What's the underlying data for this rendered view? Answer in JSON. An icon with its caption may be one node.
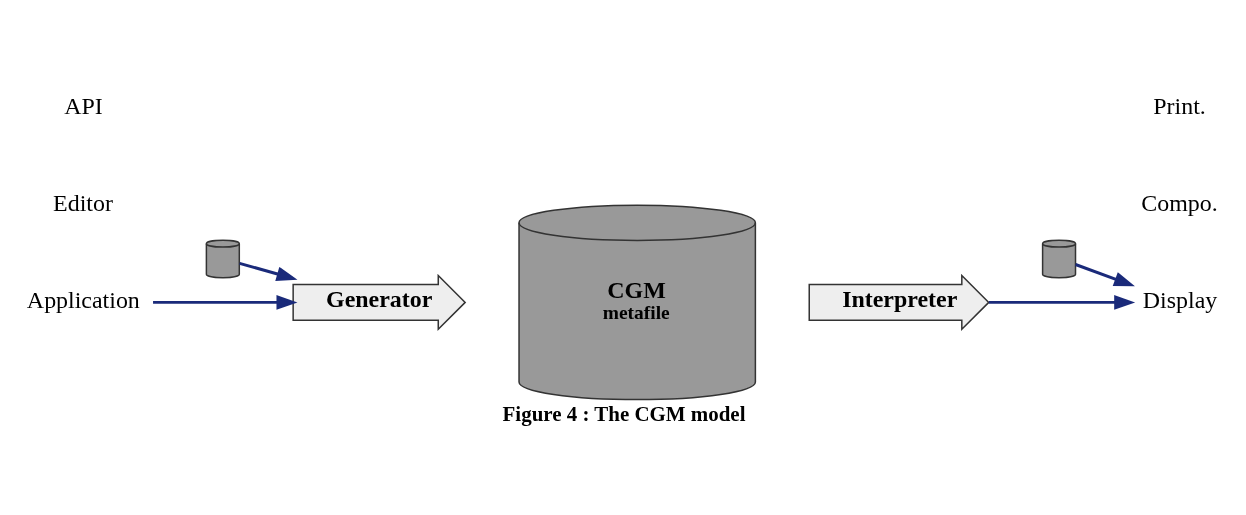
{
  "diagram": {
    "caption": "Figure 4 : The CGM model",
    "nodes": [
      {
        "text": [
          "Application"
        ]
      },
      {
        "text": [],
        "shape": "cylinder"
      },
      {
        "text": [
          "Generator"
        ]
      },
      {
        "text": [
          "CGM",
          "metafile"
        ]
      },
      {
        "text": [
          "Interpreter"
        ]
      },
      {
        "text": [],
        "shape": "cylinder"
      },
      {
        "text": [
          "Display"
        ]
      }
    ],
    "edges": [
      {
        "from": 0,
        "to": 2,
        "arrow": "to"
      },
      {
        "from": 1,
        "to": 2,
        "arrow": "to"
      },
      {
        "from": 4,
        "to": 6,
        "arrow": "to"
      },
      {
        "from": 5,
        "to": 6,
        "arrow": "to"
      }
    ],
    "labels": [
      "Editor",
      "API",
      "Compo.",
      "Print."
    ]
  }
}
